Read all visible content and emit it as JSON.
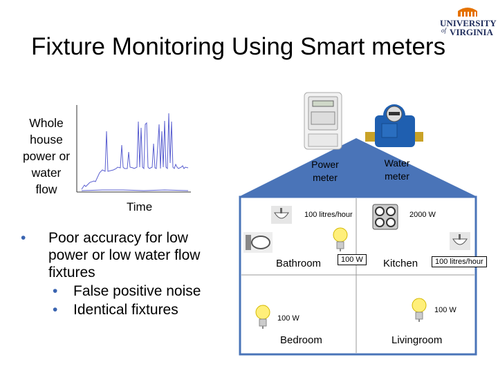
{
  "slide": {
    "title": "Fixture Monitoring Using Smart meters",
    "logo": {
      "line1": "UNIVERSITY",
      "line2": "VIRGINIA",
      "of": "of"
    }
  },
  "chart": {
    "ylabel_lines": [
      "Whole",
      "house",
      "power or",
      "water",
      "flow"
    ],
    "xlabel": "Time"
  },
  "bullets": {
    "main": "Poor accuracy for low power or low water flow fixtures",
    "sub": [
      "False positive noise",
      "Identical fixtures"
    ]
  },
  "meters": {
    "power_label": "Power meter",
    "water_label": "Water meter"
  },
  "house": {
    "rooms": {
      "bathroom": "Bathroom",
      "kitchen": "Kitchen",
      "bedroom": "Bedroom",
      "livingroom": "Livingroom"
    },
    "labels": {
      "sink_flow": "100 litres/hour",
      "stove_power": "2000 W",
      "bath_light": "100 W",
      "kitchen_sink": "100 litres/hour",
      "bedroom_light": "100 W",
      "living_light": "100 W"
    },
    "icons": [
      "sink-icon",
      "stove-icon",
      "toilet-icon",
      "light-bulb-icon"
    ]
  }
}
